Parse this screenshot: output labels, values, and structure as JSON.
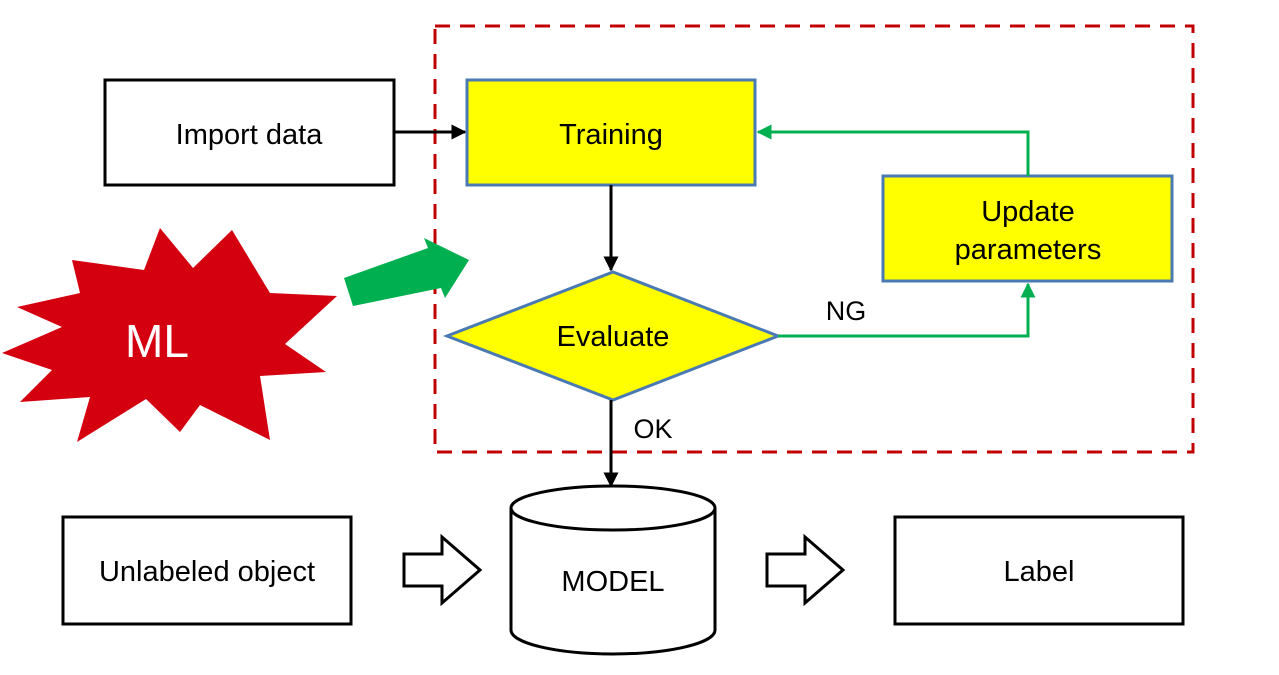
{
  "nodes": {
    "import_data": "Import data",
    "training": "Training",
    "update_parameters": [
      "Update",
      "parameters"
    ],
    "evaluate": "Evaluate",
    "model": "MODEL",
    "unlabeled_object": "Unlabeled object",
    "label": "Label"
  },
  "badge": "ML",
  "edges": {
    "ng": "NG",
    "ok": "OK"
  },
  "colors": {
    "process_fill": "#ffff00",
    "process_stroke": "#4a7ab4",
    "feedback_arrow": "#00b050",
    "burst": "#d40010",
    "region_border": "#c00000"
  }
}
